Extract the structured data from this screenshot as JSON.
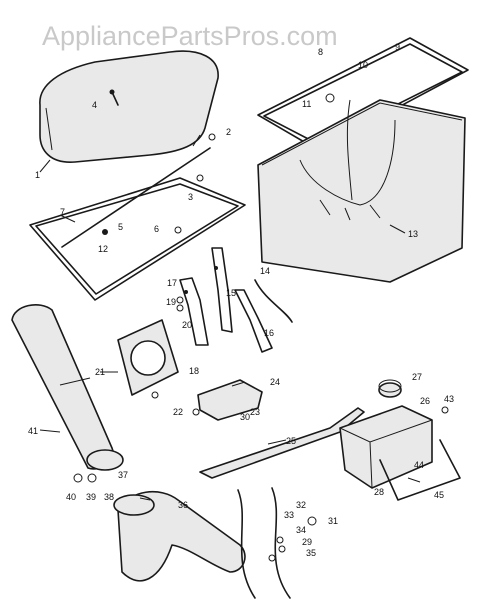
{
  "watermark": "AppliancePartsPros.com",
  "callouts": [
    "1",
    "2",
    "3",
    "4",
    "5",
    "6",
    "7",
    "8",
    "9",
    "10",
    "11",
    "12",
    "13",
    "14",
    "15",
    "16",
    "17",
    "18",
    "19",
    "20",
    "21",
    "22",
    "23",
    "24",
    "25",
    "26",
    "27",
    "28",
    "29",
    "30",
    "31",
    "32",
    "33",
    "34",
    "35",
    "36",
    "37",
    "38",
    "39",
    "40",
    "41",
    "43",
    "44",
    "45"
  ]
}
